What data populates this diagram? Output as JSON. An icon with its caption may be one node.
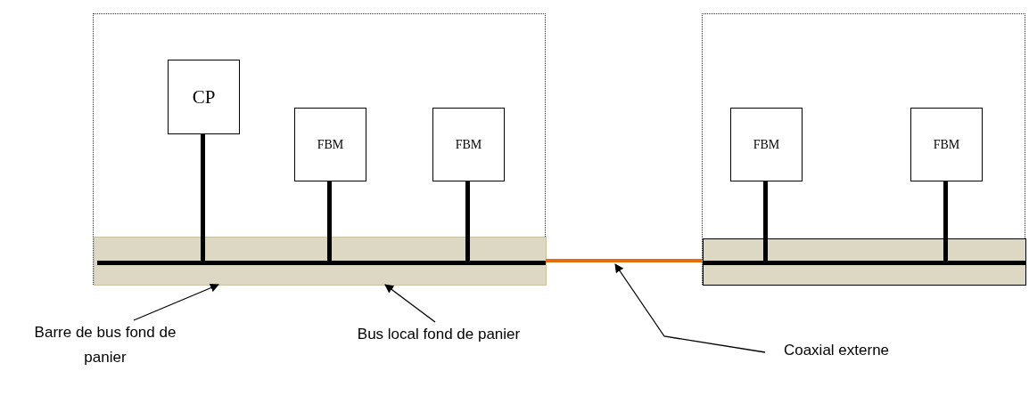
{
  "diagram": {
    "nodes": [
      {
        "text": [],
        "shape": "box"
      },
      {
        "text": [],
        "shape": "box"
      },
      {
        "text": [],
        "shape": "bar",
        "in": 0
      },
      {
        "text": [],
        "shape": "bar",
        "in": 1
      },
      {
        "text": [
          "CP"
        ],
        "in": 0
      },
      {
        "text": [
          "FBM"
        ],
        "in": 0
      },
      {
        "text": [
          "FBM"
        ],
        "in": 0
      },
      {
        "text": [
          "FBM"
        ],
        "in": 1
      },
      {
        "text": [
          "FBM"
        ],
        "in": 1
      },
      {
        "text": [
          "Barre de bus fond de panier"
        ]
      },
      {
        "text": [
          "Bus local fond de panier"
        ]
      },
      {
        "text": [
          "Coaxial externe"
        ]
      }
    ],
    "edges": [
      {
        "from": 4,
        "to": 2,
        "arrow": "none"
      },
      {
        "from": 5,
        "to": 2,
        "arrow": "none"
      },
      {
        "from": 6,
        "to": 2,
        "arrow": "none"
      },
      {
        "from": 7,
        "to": 3,
        "arrow": "none"
      },
      {
        "from": 8,
        "to": 3,
        "arrow": "none"
      },
      {
        "from": 2,
        "to": 3,
        "arrow": "none",
        "color": "#e46c0a"
      },
      {
        "from": 9,
        "to": 2,
        "arrow": "to"
      },
      {
        "from": 10,
        "to": 2,
        "arrow": "to"
      },
      {
        "from": 11,
        "to": null,
        "arrow": "to"
      }
    ]
  }
}
